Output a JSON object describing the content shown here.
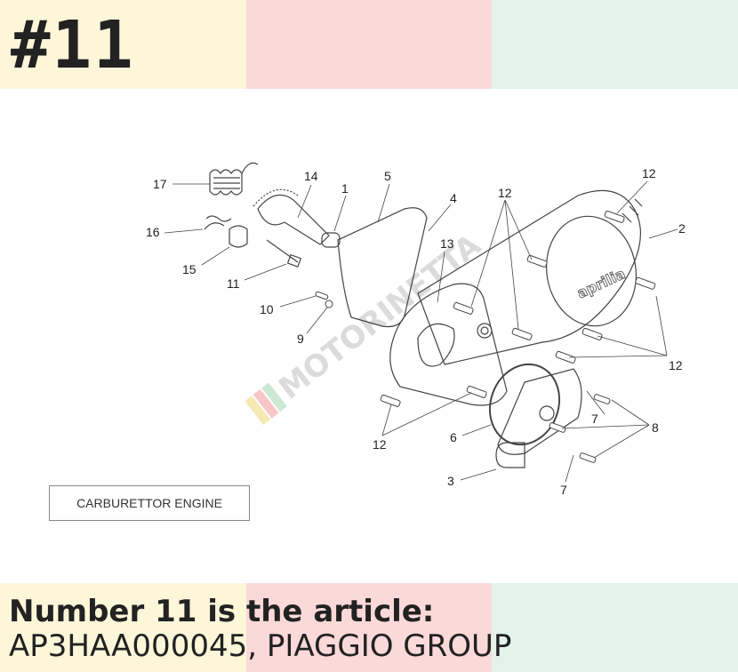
{
  "header": {
    "title": "#11"
  },
  "diagram": {
    "engine_label": "CARBURETTOR ENGINE",
    "watermark": "MOTORINETTA",
    "part_numbers": [
      "17",
      "14",
      "1",
      "5",
      "4",
      "12",
      "12",
      "2",
      "16",
      "15",
      "11",
      "13",
      "10",
      "9",
      "12",
      "7",
      "8",
      "6",
      "12",
      "3",
      "7"
    ],
    "cover_brand": "aprilia"
  },
  "footer": {
    "line1": "Number 11 is the article:",
    "line2": "AP3HAA000045, PIAGGIO GROUP"
  },
  "colors": {
    "band_yellow": "#fdf6d8",
    "band_pink": "#fcd9d9",
    "band_green": "#e3f3ec",
    "text": "#222222"
  }
}
